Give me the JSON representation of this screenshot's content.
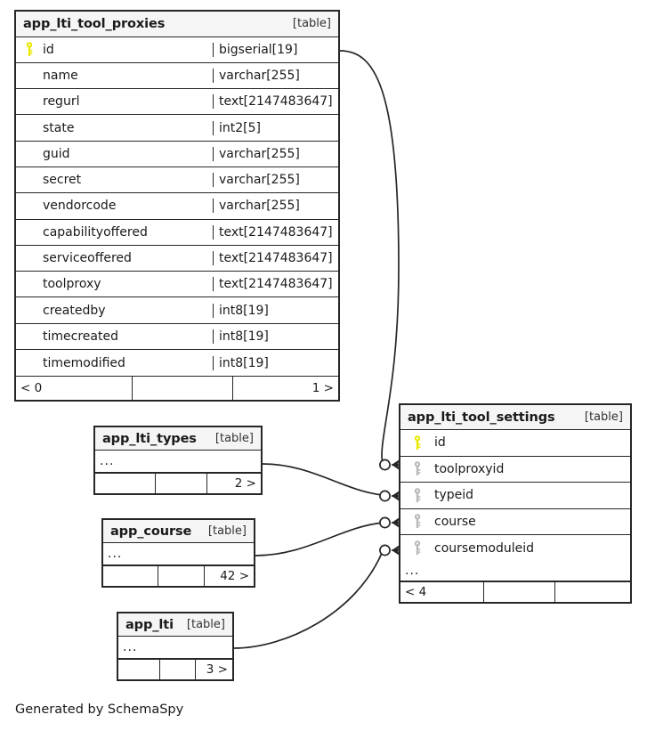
{
  "diagram": {
    "kind": "database-schema-erd",
    "caption": "Generated by SchemaSpy",
    "colors": {
      "background": "#ffffff",
      "border": "#262626",
      "header_fill": "#f5f5f5",
      "primary_key_icon": "#e8e800",
      "foreign_key_icon": "#b8b8b8",
      "text": "#1a1a1a",
      "connector": "#262626"
    },
    "table_tag": "[table]"
  },
  "tables": {
    "tool_proxies": {
      "name": "app_lti_tool_proxies",
      "tag": "[table]",
      "columns": [
        {
          "key": "primary",
          "name": "id",
          "type": "bigserial[19]"
        },
        {
          "key": "none",
          "name": "name",
          "type": "varchar[255]"
        },
        {
          "key": "none",
          "name": "regurl",
          "type": "text[2147483647]"
        },
        {
          "key": "none",
          "name": "state",
          "type": "int2[5]"
        },
        {
          "key": "none",
          "name": "guid",
          "type": "varchar[255]"
        },
        {
          "key": "none",
          "name": "secret",
          "type": "varchar[255]"
        },
        {
          "key": "none",
          "name": "vendorcode",
          "type": "varchar[255]"
        },
        {
          "key": "none",
          "name": "capabilityoffered",
          "type": "text[2147483647]"
        },
        {
          "key": "none",
          "name": "serviceoffered",
          "type": "text[2147483647]"
        },
        {
          "key": "none",
          "name": "toolproxy",
          "type": "text[2147483647]"
        },
        {
          "key": "none",
          "name": "createdby",
          "type": "int8[19]"
        },
        {
          "key": "none",
          "name": "timecreated",
          "type": "int8[19]"
        },
        {
          "key": "none",
          "name": "timemodified",
          "type": "int8[19]"
        }
      ],
      "footer": {
        "left": "< 0",
        "middle": "",
        "right": "1 >"
      }
    },
    "tool_settings": {
      "name": "app_lti_tool_settings",
      "tag": "[table]",
      "columns": [
        {
          "key": "primary",
          "name": "id"
        },
        {
          "key": "foreign",
          "name": "toolproxyid"
        },
        {
          "key": "foreign",
          "name": "typeid"
        },
        {
          "key": "foreign",
          "name": "course"
        },
        {
          "key": "foreign",
          "name": "coursemoduleid"
        }
      ],
      "ellipsis": "...",
      "footer": {
        "left": "< 4",
        "middle": "",
        "right": ""
      }
    },
    "lti_types": {
      "name": "app_lti_types",
      "tag": "[table]",
      "ellipsis": "...",
      "footer": {
        "left": "",
        "middle": "",
        "right": "2 >"
      }
    },
    "course": {
      "name": "app_course",
      "tag": "[table]",
      "ellipsis": "...",
      "footer": {
        "left": "",
        "middle": "",
        "right": "42 >"
      }
    },
    "lti": {
      "name": "app_lti",
      "tag": "[table]",
      "ellipsis": "...",
      "footer": {
        "left": "",
        "middle": "",
        "right": "3 >"
      }
    }
  },
  "relationships": [
    {
      "from": "app_lti_tool_proxies.id",
      "to": "app_lti_tool_settings.toolproxyid"
    },
    {
      "from": "app_lti_types",
      "to": "app_lti_tool_settings.typeid"
    },
    {
      "from": "app_course",
      "to": "app_lti_tool_settings.course"
    },
    {
      "from": "app_lti",
      "to": "app_lti_tool_settings.coursemoduleid"
    }
  ]
}
